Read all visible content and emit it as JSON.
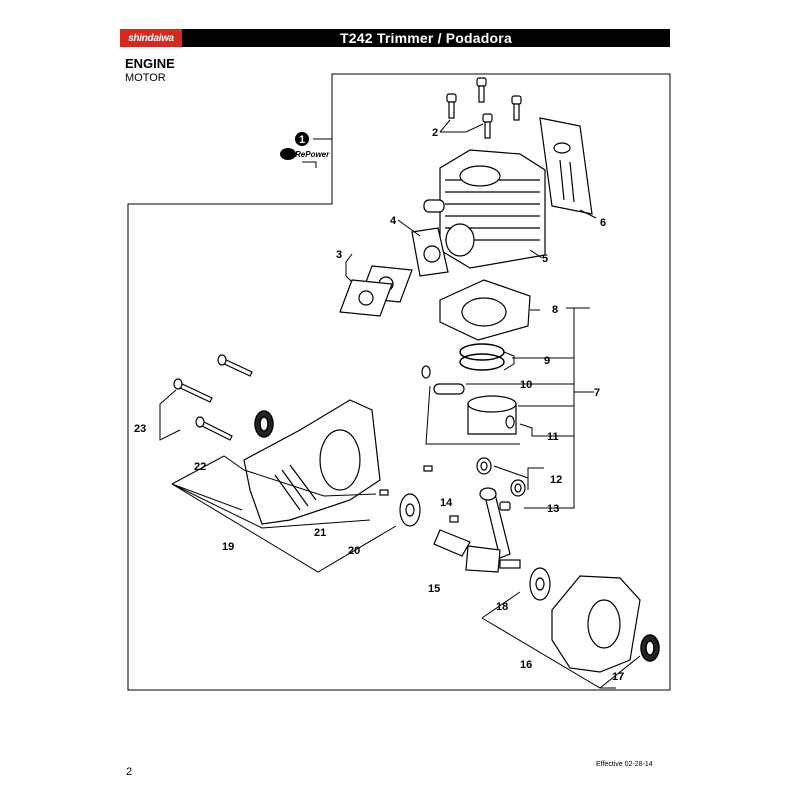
{
  "header": {
    "brand": "shindaiwa",
    "title": "T242 Trimmer / Podadora",
    "brand_color": "#d8281e",
    "bar_color": "#000000"
  },
  "section": {
    "title": "ENGINE",
    "subtitle": "MOTOR"
  },
  "badge": {
    "number": "1",
    "brand_text": "RePower"
  },
  "callouts": [
    "2",
    "3",
    "4",
    "5",
    "6",
    "7",
    "8",
    "9",
    "10",
    "11",
    "12",
    "13",
    "14",
    "15",
    "16",
    "17",
    "18",
    "19",
    "20",
    "21",
    "22",
    "23"
  ],
  "footer": {
    "page_number": "2",
    "effective": "Effective 02-28-14"
  }
}
